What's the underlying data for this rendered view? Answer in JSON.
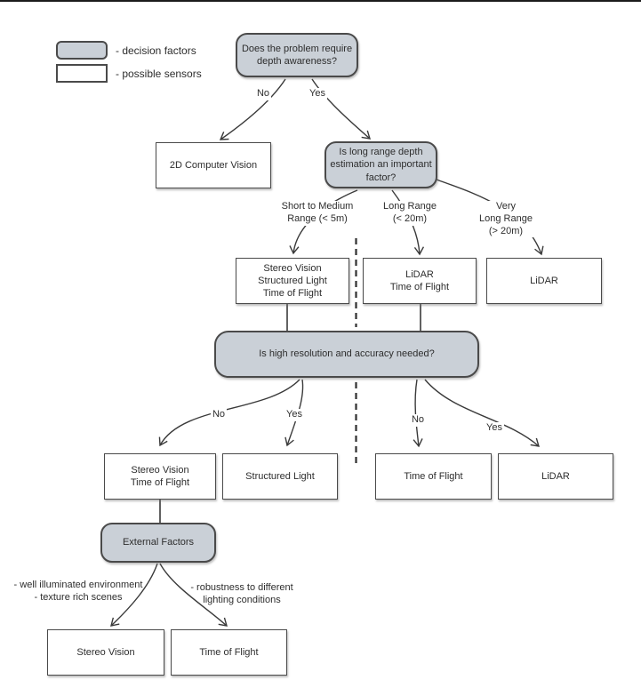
{
  "legend": {
    "items": [
      {
        "label": "- decision factors",
        "swatch": "decision"
      },
      {
        "label": "- possible sensors",
        "swatch": "sensor"
      }
    ]
  },
  "colors": {
    "decision_fill": "#cad0d7",
    "sensor_fill": "#ffffff",
    "box_border": "#4a4a4a",
    "line": "#3a3a3a",
    "background": "#ffffff"
  },
  "nodes": {
    "q_depth": {
      "type": "decision",
      "text": "Does the problem require\ndepth awareness?"
    },
    "cv_2d": {
      "type": "sensor",
      "text": "2D Computer Vision"
    },
    "q_long_range": {
      "type": "decision",
      "text": "Is long range depth\nestimation an important\nfactor?"
    },
    "stereo_structured_tof": {
      "type": "sensor",
      "text": "Stereo Vision\nStructured Light\nTime of Flight"
    },
    "lidar_tof": {
      "type": "sensor",
      "text": "LiDAR\nTime of Flight"
    },
    "lidar_very_long": {
      "type": "sensor",
      "text": "LiDAR"
    },
    "q_resolution": {
      "type": "decision",
      "text": "Is high resolution and accuracy needed?"
    },
    "stereo_tof": {
      "type": "sensor",
      "text": "Stereo Vision\nTime of Flight"
    },
    "structured_light": {
      "type": "sensor",
      "text": "Structured Light"
    },
    "tof_mid": {
      "type": "sensor",
      "text": "Time of Flight"
    },
    "lidar_mid": {
      "type": "sensor",
      "text": "LiDAR"
    },
    "external_factors": {
      "type": "decision",
      "text": "External Factors"
    },
    "stereo_final": {
      "type": "sensor",
      "text": "Stereo Vision"
    },
    "tof_final": {
      "type": "sensor",
      "text": "Time of Flight"
    }
  },
  "edge_labels": {
    "depth_no": "No",
    "depth_yes": "Yes",
    "short_medium": "Short to Medium\nRange (< 5m)",
    "long_range": "Long Range\n(< 20m)",
    "very_long_range": "Very\nLong Range\n(> 20m)",
    "res_no": "No",
    "res_yes": "Yes",
    "res2_no": "No",
    "res2_yes": "Yes"
  },
  "annotations": {
    "well_lit": "- well illuminated environment\n- texture rich scenes",
    "robustness": "- robustness to different\nlighting conditions"
  }
}
